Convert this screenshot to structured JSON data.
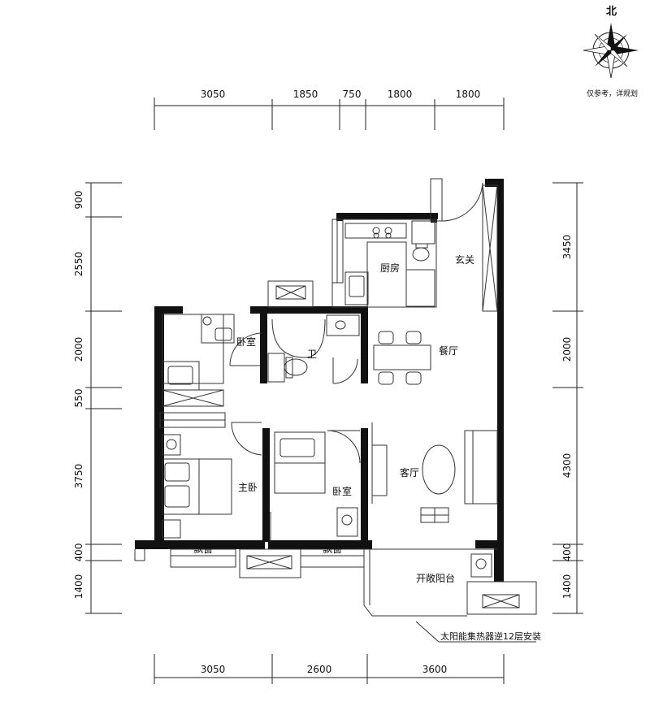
{
  "compass": {
    "north_label": "北",
    "note": "仅参考，详规划"
  },
  "dimensions": {
    "top": [
      "3050",
      "1850",
      "750",
      "1800",
      "1800"
    ],
    "bottom": [
      "3050",
      "2600",
      "3600"
    ],
    "left": [
      "900",
      "2550",
      "2000",
      "550",
      "3750",
      "400",
      "1400"
    ],
    "right": [
      "3450",
      "2000",
      "4300",
      "400",
      "1400"
    ]
  },
  "rooms": {
    "bedroom_nw": "卧室",
    "bathroom": "卫",
    "kitchen": "厨房",
    "entrance": "玄关",
    "dining": "餐厅",
    "master_bedroom": "主卧",
    "bedroom_s": "卧室",
    "living_room": "客厅",
    "balcony": "开敞阳台",
    "bay_window_1": "飘窗",
    "bay_window_2": "飘窗"
  },
  "annotation": "太阳能集热器逆12层安装"
}
